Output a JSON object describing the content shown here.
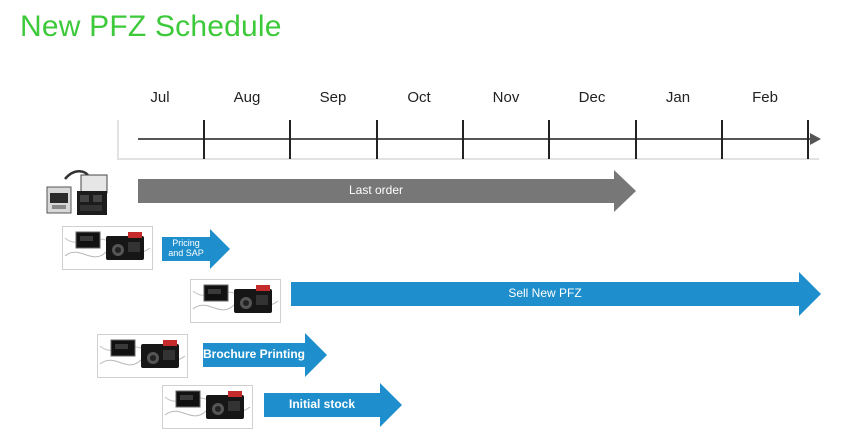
{
  "title": "New PFZ Schedule",
  "months": [
    "Jul",
    "Aug",
    "Sep",
    "Oct",
    "Nov",
    "Dec",
    "Jan",
    "Feb"
  ],
  "colors": {
    "title": "#3ec93a",
    "gray_arrow": "#777777",
    "blue_arrow": "#1e8fcc",
    "axis": "#555555"
  },
  "arrows": {
    "last_order": "Last order",
    "pricing_line1": "Pricing",
    "pricing_line2": "and SAP",
    "sell_new_pfz": "Sell New PFZ",
    "brochure_printing": "Brochure Printing",
    "initial_stock": "Initial stock"
  },
  "devices": {
    "old_device": "old-device-photo",
    "new_device": "new-pfz-device-photo"
  }
}
